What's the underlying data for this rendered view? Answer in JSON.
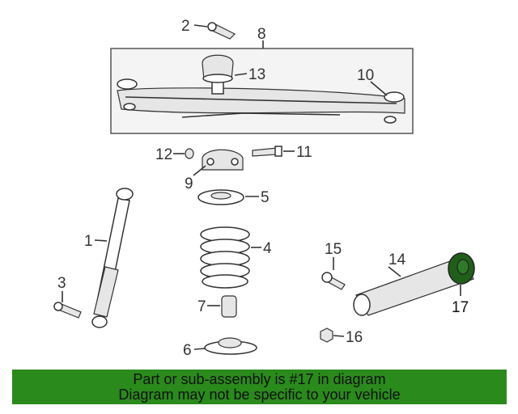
{
  "diagram": {
    "callouts": [
      "1",
      "2",
      "3",
      "4",
      "5",
      "6",
      "7",
      "8",
      "9",
      "10",
      "11",
      "12",
      "13",
      "14",
      "15",
      "16",
      "17"
    ],
    "highlight_part": "17",
    "highlight_color": "#1f5f1a",
    "banner_color": "#2a8a1c"
  },
  "banner": {
    "line1": "Part or sub-assembly is #17 in diagram",
    "line2": "Diagram may not be specific to your vehicle"
  }
}
